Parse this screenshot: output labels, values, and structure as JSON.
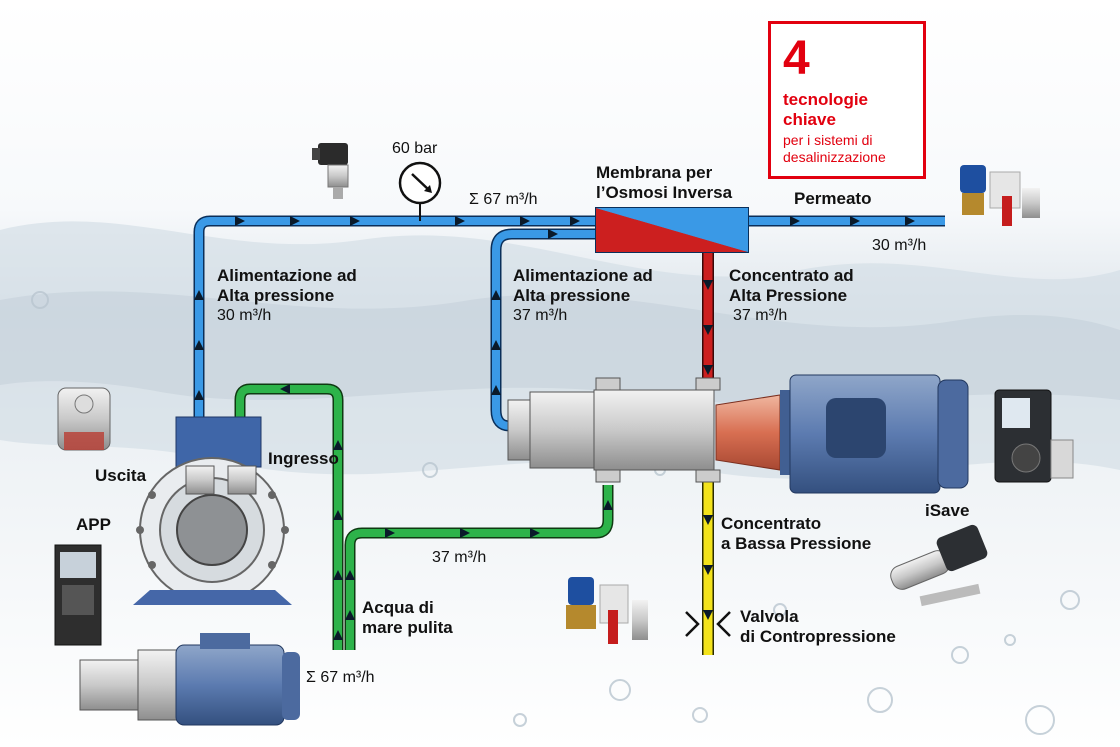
{
  "key_box": {
    "number": "4",
    "line1": "tecnologie",
    "line2": "chiave",
    "line3": "per i sistemi di",
    "line4": "desalinizzazione"
  },
  "pressure_gauge": {
    "value": "60 bar"
  },
  "flows": {
    "total_feed": "Σ 67 m³/h",
    "total_inlet": "Σ 67 m³/h",
    "isave_feed": "37 m³/h",
    "permeate": "30 m³/h"
  },
  "labels": {
    "membrane_line1": "Membrana per",
    "membrane_line2": "l’Osmosi Inversa",
    "permeate": "Permeato",
    "hp_feed_left_line1": "Alimentazione ad",
    "hp_feed_left_line2": "Alta pressione",
    "hp_feed_left_flow": "30 m³/h",
    "hp_feed_mid_line1": "Alimentazione ad",
    "hp_feed_mid_line2": "Alta pressione",
    "hp_feed_mid_flow": "37 m³/h",
    "hp_conc_line1": "Concentrato ad",
    "hp_conc_line2": "Alta Pressione",
    "hp_conc_flow": "37 m³/h",
    "outlet": "Uscita",
    "inlet": "Ingresso",
    "app": "APP",
    "isave": "iSave",
    "seawater_line1": "Acqua di",
    "seawater_line2": "mare pulita",
    "lp_conc_line1": "Concentrato",
    "lp_conc_line2": "a Bassa Pressione",
    "valve_line1": "Valvola",
    "valve_line2": "di Contropressione"
  },
  "colors": {
    "brand_red": "#e2000f",
    "hp_water": "#2f8fe0",
    "seawater": "#2db34a",
    "high_pressure_concentrate": "#cc1f1f",
    "low_pressure_concentrate": "#f3e31b"
  }
}
